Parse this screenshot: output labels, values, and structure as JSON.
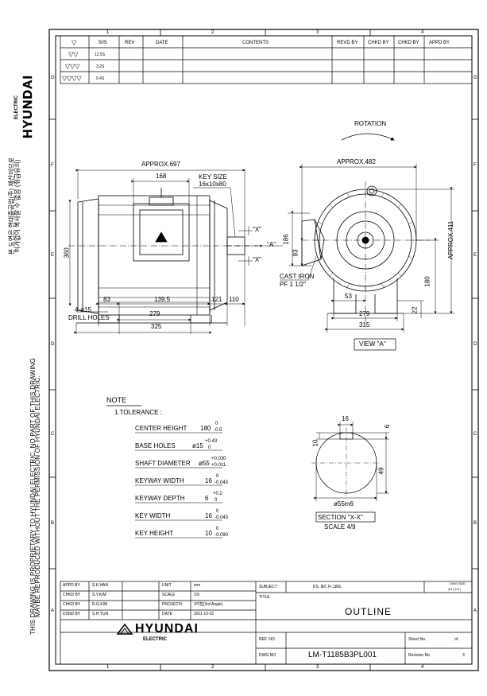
{
  "side": {
    "brand": "HYUNDAI",
    "brand_sub": "ELECTRIC",
    "korean_line1": "본 도면은 현대중공업(주) 재산이므로",
    "korean_line2": "허가없이 복사할 수 없음 (취급유의)",
    "notice_line1": "THIS DRAWING IS PROPRIETARY TO HYUNDAI ELECTRIC.   NO PART OF THIS DRAWING",
    "notice_line2": "MAYBE REPRODUCED WITHOUT THE PERMISSION OF HYUNDAI ELECTRIC."
  },
  "grid": {
    "cols": [
      "1",
      "2",
      "3",
      "4"
    ],
    "rows": [
      "G",
      "F",
      "E",
      "D",
      "C",
      "B",
      "A"
    ]
  },
  "revision_table": {
    "headers": [
      "▽",
      "50S",
      "REV",
      "DATE",
      "CONTENTS",
      "REVD BY",
      "CHKD BY",
      "CHKD BY",
      "APPD BY"
    ],
    "rows": [
      {
        "sym": "▽▽",
        "val": "12.5S"
      },
      {
        "sym": "▽▽▽",
        "val": "3.2S"
      },
      {
        "sym": "▽▽▽▽",
        "val": "0.4S"
      }
    ]
  },
  "dims": {
    "approx_697": "APPROX.697",
    "d168": "168",
    "key_size": "KEY SIZE",
    "key_size_val": "16x10x80",
    "d360": "360",
    "x_top": "\"X\"",
    "x_bot": "\"X\"",
    "a_mark": "\"A\"",
    "d83": "83",
    "d139_5": "139.5",
    "d121": "121",
    "d110": "110",
    "d279a": "279",
    "d325": "325",
    "drill1": "4-ø15",
    "drill2": "DRILL HOLES",
    "rotation": "ROTATION",
    "approx_482": "APPROX.482",
    "approx_411": "APPROX.411",
    "d186": "186",
    "d93": "93",
    "d180": "180",
    "cast1": "CAST IRON",
    "cast2": "PF 1 1/2\"",
    "d53": "53",
    "d22": "22",
    "d279b": "279",
    "d315": "315",
    "view_a": "VIEW \"A\""
  },
  "note": {
    "title": "NOTE",
    "tolerance": "1.TOLERANCE :",
    "rows": [
      {
        "label": "CENTER HEIGHT",
        "val": "180",
        "up": "0",
        "lo": "-0.5"
      },
      {
        "label": "BASE HOLES",
        "val": "ø15",
        "up": "+0.43",
        "lo": "0"
      },
      {
        "label": "SHAFT DIAMETER",
        "val": "ø55",
        "up": "+0.030",
        "lo": "+0.011"
      },
      {
        "label": "KEYWAY WIDTH",
        "val": "16",
        "up": "0",
        "lo": "-0.043"
      },
      {
        "label": "KEYWAY DEPTH",
        "val": "6",
        "up": "+0.2",
        "lo": "0"
      },
      {
        "label": "KEY WIDTH",
        "val": "16",
        "up": "0",
        "lo": "-0.043"
      },
      {
        "label": "KEY HEIGHT",
        "val": "10",
        "up": "0",
        "lo": "-0.090"
      }
    ]
  },
  "section": {
    "d16": "16",
    "d6": "6",
    "d10": "10",
    "d49": "49",
    "dia": "ø55m6",
    "title": "SECTION \"X-X\"",
    "scale": "SCALE 4/9"
  },
  "title_block": {
    "appd_by": "APPD BY",
    "appd_name": "S.K.HAN",
    "chkd_by1": "CHKD BY",
    "chkd_name1": "S.Y.KIM",
    "chkd_by2": "CHKD BY",
    "chkd_name2": "R.G.KIM",
    "dsnd_by": "DSND BY",
    "dsnd_name": "S.H.YUN",
    "unit_lbl": "UNIT",
    "unit_val": "mm",
    "scale_lbl": "SCALE",
    "scale_val": "1/9",
    "proj_lbl": "PROJEC'N",
    "proj_val": "3각법(3rd Angle)",
    "date_lbl": "DATE",
    "date_val": "2011-10-22",
    "subject_lbl": "SUBJECT",
    "subject_val": "KS, IEC Fr.180L",
    "dwg_size_lbl": "DWG SIZE",
    "dwg_size_val": "A4 | 1/9 |",
    "title_lbl": "TITLE",
    "title_val": "OUTLINE",
    "ref_lbl": "REF. NO",
    "sheet_lbl": "Sheet No.",
    "sheet_of": "of",
    "dwg_lbl": "DWG NO",
    "dwg_val": "LM-T1185B3PL001",
    "rev_lbl": "Revision No.",
    "rev_val": "3",
    "brand": "HYUNDAI",
    "brand_sub": "ELECTRIC"
  }
}
